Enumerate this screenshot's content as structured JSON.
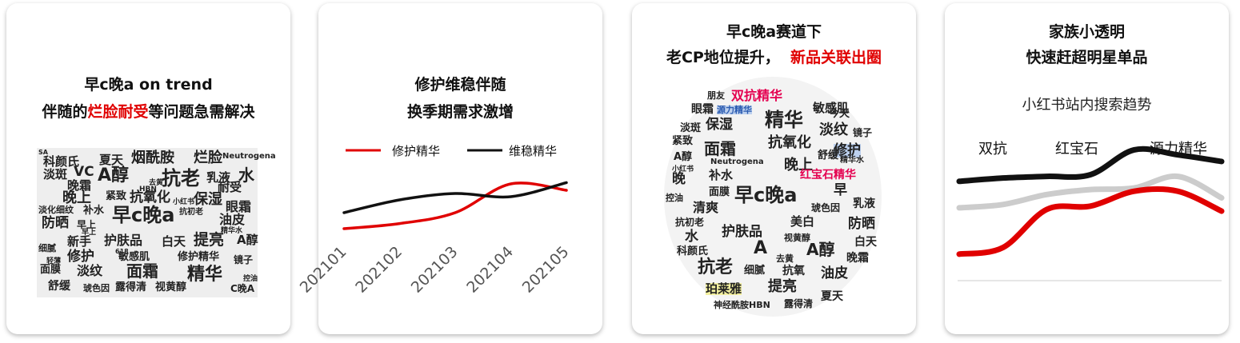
{
  "card1": {
    "line1": "早c晚a on trend",
    "line2_prefix": "伴随的",
    "line2_highlight": "烂脸耐受",
    "line2_suffix": "等问题急需解决",
    "words": [
      "SA",
      "科颜氏",
      "夏天",
      "烟酰胺",
      "烂脸",
      "Neutrogena",
      "淡斑",
      "VC",
      "A醇",
      "抗老",
      "乳液",
      "水",
      "晚霜",
      "晚上",
      "紧致",
      "抗氧化",
      "保湿",
      "眼霜",
      "淡化细纹",
      "补水",
      "早c晚a",
      "抗初老",
      "油皮",
      "防晒",
      "早上",
      "新手",
      "护肤品",
      "白天",
      "提亮",
      "A醇",
      "细腻",
      "修护",
      "敏感肌",
      "修护精华",
      "镜子",
      "面膜",
      "淡纹",
      "面霜",
      "精华",
      "舒缓",
      "琥色因",
      "露得清",
      "视黄醇",
      "C晚A",
      "耐受",
      "早上",
      "HBN",
      "618",
      "轻薄",
      "控油",
      "去黄",
      "小红书",
      "精华水"
    ]
  },
  "card2": {
    "line1": "修护维稳伴随",
    "line2": "换季期需求激增",
    "legend": [
      "修护精华",
      "维稳精华"
    ],
    "colors": {
      "repair": "#e00000",
      "stable": "#111111"
    }
  },
  "card3": {
    "line1": "早c晚a赛道下",
    "line2_prefix": "老CP地位提升，",
    "line2_highlight": "新品关联出圈",
    "words": [
      "双抗精华",
      "源力精华",
      "敏感肌",
      "精华",
      "保湿",
      "淡纹",
      "眼霜",
      "淡斑",
      "镜子",
      "今天",
      "修护",
      "面霜",
      "紧致",
      "抗氧化",
      "A醇",
      "舒缓",
      "晚上",
      "红宝石精华",
      "晚",
      "补水",
      "早c晚a",
      "早",
      "面膜",
      "清爽",
      "抗初老",
      "美白",
      "水",
      "防晒",
      "护肤品",
      "乳液",
      "A",
      "A醇",
      "科颜氏",
      "抗老",
      "油皮",
      "晚霜",
      "珀莱雅",
      "提亮",
      "细腻",
      "抗氧",
      "白天",
      "夏天",
      "露得清",
      "神经酰胺HBN",
      "琥色因",
      "Neutrogena",
      "小红书",
      "控油",
      "朋友",
      "去黄",
      "精华水",
      "视黄醇"
    ]
  },
  "card4": {
    "line1": "家族小透明",
    "line2": "快速赶超明星单品",
    "subtitle": "小红书站内搜索趋势",
    "legend": [
      "双抗",
      "红宝石",
      "源力精华"
    ]
  },
  "chart_data": [
    {
      "type": "line",
      "categories": [
        "202101",
        "202102",
        "202103",
        "202104",
        "202105"
      ],
      "series": [
        {
          "name": "修护精华",
          "values": [
            10,
            18,
            35,
            80,
            70
          ],
          "color": "#e00000"
        },
        {
          "name": "维稳精华",
          "values": [
            35,
            55,
            65,
            60,
            82
          ],
          "color": "#111111"
        }
      ],
      "ylim": [
        0,
        100
      ],
      "legend": "top",
      "grid": false
    },
    {
      "type": "line",
      "title": "小红书站内搜索趋势",
      "x": [
        1,
        2,
        3,
        4,
        5,
        6,
        7
      ],
      "series": [
        {
          "name": "双抗",
          "values": [
            60,
            62,
            63,
            64,
            79,
            76,
            72
          ],
          "color": "#111111"
        },
        {
          "name": "红宝石",
          "values": [
            44,
            46,
            52,
            55,
            56,
            63,
            50
          ],
          "color": "#cccccc"
        },
        {
          "name": "源力精华",
          "values": [
            16,
            20,
            43,
            45,
            54,
            54,
            42
          ],
          "color": "#e00000"
        }
      ],
      "ylim": [
        0,
        100
      ],
      "legend": "top",
      "grid": false
    }
  ]
}
